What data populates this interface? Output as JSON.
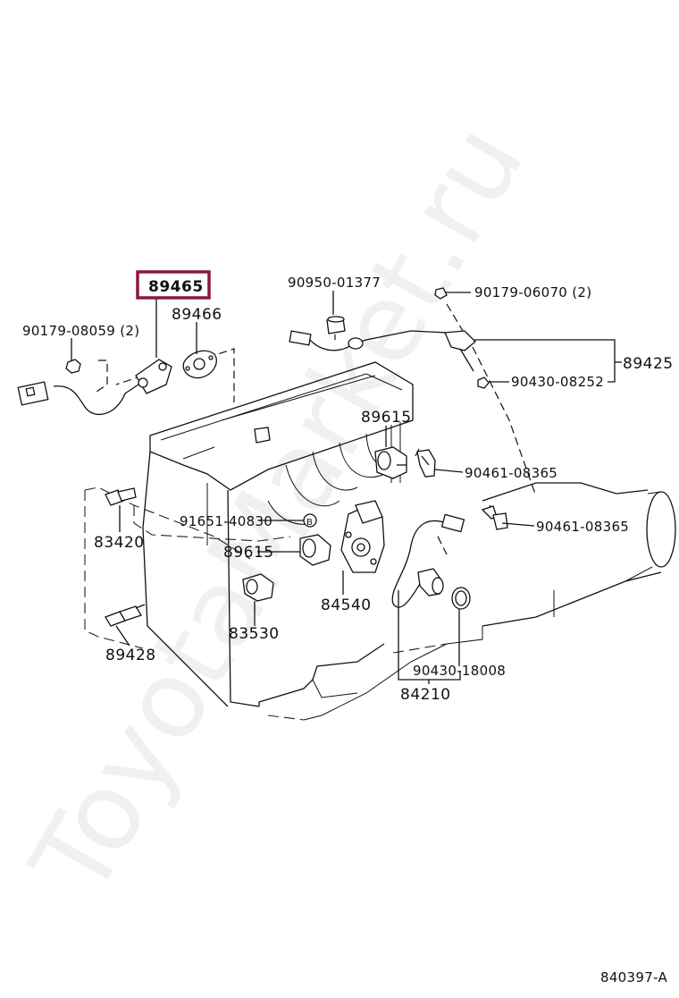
{
  "diagram": {
    "highlight_color": "#8b1a3a",
    "watermark": "ToyotaMarket.ru",
    "figure_id": "840397-A",
    "callouts": {
      "p89465": "89465",
      "p89466": "89466",
      "p90179_08059": "90179-08059 (2)",
      "p90950_01377": "90950-01377",
      "p90179_06070": "90179-06070 (2)",
      "p89425": "89425",
      "p90430_08252": "90430-08252",
      "p89615_top": "89615",
      "p90461_08365_a": "90461-08365",
      "p90461_08365_b": "90461-08365",
      "p91651_40830": "91651-40830",
      "p89615_mid": "89615",
      "p83420": "83420",
      "p89428": "89428",
      "p83530": "83530",
      "p84540": "84540",
      "p90430_18008": "90430-18008",
      "p84210": "84210",
      "marker_b": "B"
    }
  }
}
